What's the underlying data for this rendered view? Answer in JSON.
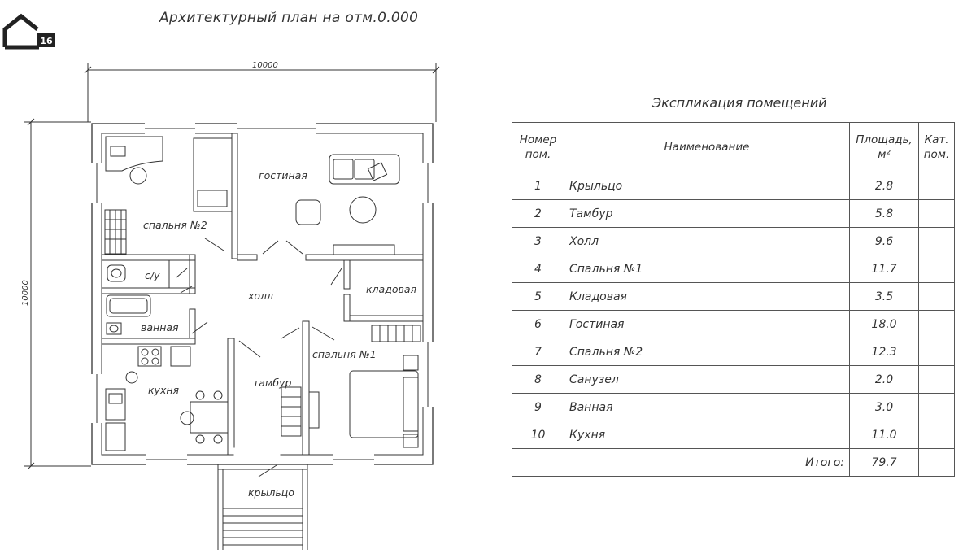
{
  "logo": {
    "badge_text": "16"
  },
  "plan": {
    "title": "Архитектурный план на отм.0.000",
    "dimension_width": "10000",
    "dimension_height": "10000",
    "rooms": {
      "bedroom2": "спальня №2",
      "living": "гостиная",
      "wc": "с/у",
      "hall": "холл",
      "storage": "кладовая",
      "bath": "ванная",
      "bedroom1": "спальня №1",
      "kitchen": "кухня",
      "vestibule": "тамбур",
      "porch": "крыльцо"
    }
  },
  "explication": {
    "title": "Экспликация помещений",
    "headers": {
      "num": "Номер пом.",
      "name": "Наименование",
      "area": "Площадь, м²",
      "cat": "Кат. пом."
    },
    "rows": [
      {
        "num": "1",
        "name": "Крыльцо",
        "area": "2.8",
        "cat": ""
      },
      {
        "num": "2",
        "name": "Тамбур",
        "area": "5.8",
        "cat": ""
      },
      {
        "num": "3",
        "name": "Холл",
        "area": "9.6",
        "cat": ""
      },
      {
        "num": "4",
        "name": "Спальня №1",
        "area": "11.7",
        "cat": ""
      },
      {
        "num": "5",
        "name": "Кладовая",
        "area": "3.5",
        "cat": ""
      },
      {
        "num": "6",
        "name": "Гостиная",
        "area": "18.0",
        "cat": ""
      },
      {
        "num": "7",
        "name": "Спальня №2",
        "area": "12.3",
        "cat": ""
      },
      {
        "num": "8",
        "name": "Санузел",
        "area": "2.0",
        "cat": ""
      },
      {
        "num": "9",
        "name": "Ванная",
        "area": "3.0",
        "cat": ""
      },
      {
        "num": "10",
        "name": "Кухня",
        "area": "11.0",
        "cat": ""
      }
    ],
    "total_label": "Итого:",
    "total_value": "79.7"
  }
}
